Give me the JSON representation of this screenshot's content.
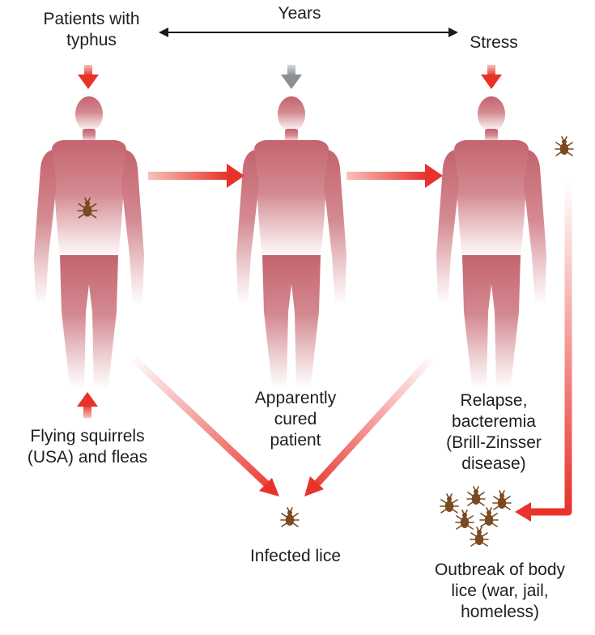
{
  "labels": {
    "patients": "Patients with\ntyphus",
    "years": "Years",
    "stress": "Stress",
    "squirrels": "Flying squirrels\n(USA) and fleas",
    "cured": "Apparently\ncured\npatient",
    "relapse": "Relapse,\nbacteremia\n(Brill-Zinsser\ndisease)",
    "infected_lice": "Infected lice",
    "outbreak": "Outbreak of body\nlice (war, jail,\nhomeless)"
  },
  "colors": {
    "figure_top": "#c97079",
    "figure_bottom": "#ffffff",
    "arrow_red": "#e8322a",
    "arrow_grey": "#8a8f93",
    "louse": "#7a4a20",
    "text": "#1e1e1e"
  },
  "icons": {
    "human_figure": "human-silhouette-icon",
    "louse": "louse-icon"
  }
}
